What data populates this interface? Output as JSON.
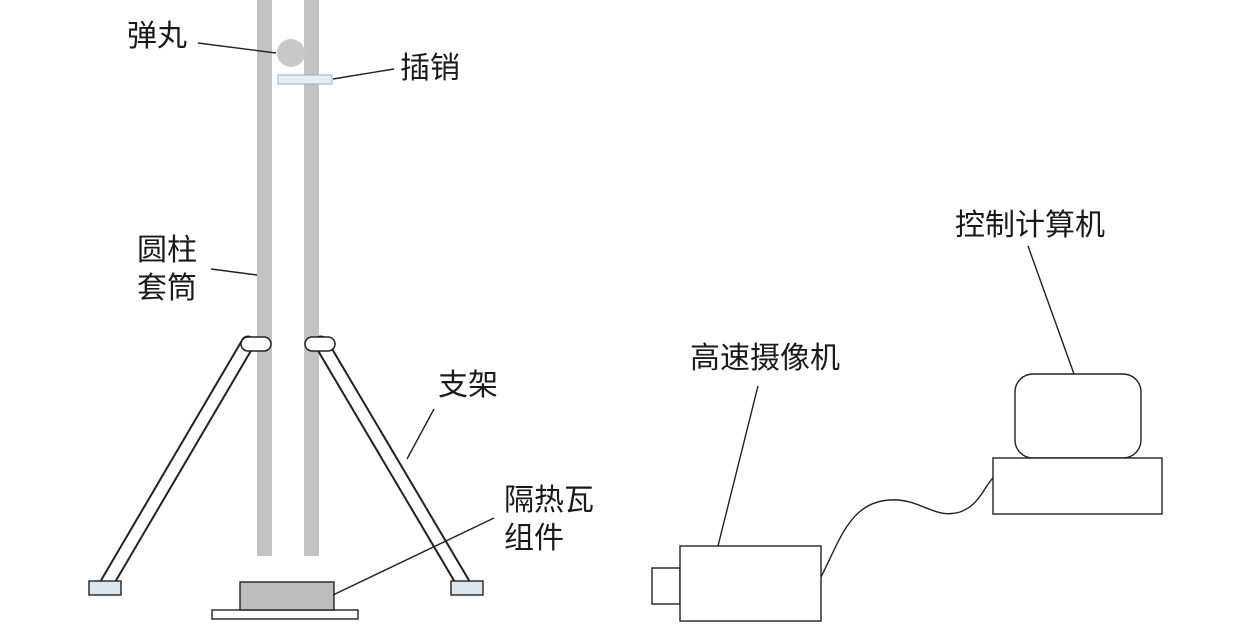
{
  "labels": {
    "pellet": "弹丸",
    "pin": "插销",
    "cylinder_sleeve": "圆柱\n套筒",
    "bracket": "支架",
    "insulation_tile_assembly": "隔热瓦\n组件",
    "high_speed_camera": "高速摄像机",
    "control_computer": "控制计算机"
  },
  "colors": {
    "tube": "#c3c3c3",
    "pellet": "#c8c8c8",
    "pin": "#e6eef5",
    "pin_stroke": "#9fb0c2",
    "tile": "#bdbdbd",
    "leg_stroke": "#222222",
    "leg_fill": "#ffffff",
    "foot_fill": "#dde6ef",
    "line": "#222222"
  }
}
